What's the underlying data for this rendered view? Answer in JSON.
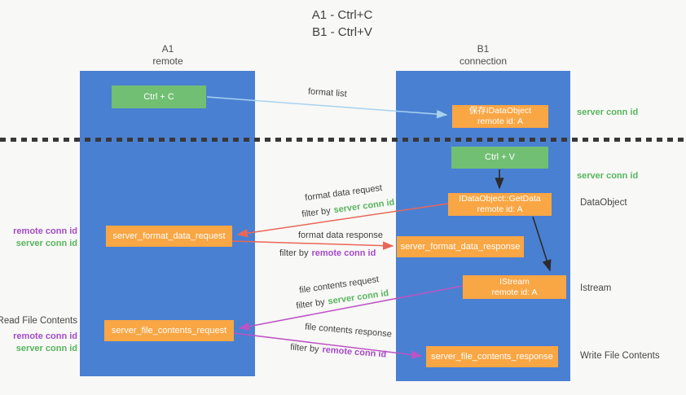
{
  "title": {
    "line1": "A1 - Ctrl+C",
    "line2": "B1 - Ctrl+V"
  },
  "lanes": {
    "left": {
      "name": "A1",
      "subtitle": "remote"
    },
    "right": {
      "name": "B1",
      "subtitle": "connection"
    }
  },
  "nodes": {
    "ctrl_c": {
      "label": "Ctrl + C"
    },
    "ctrl_v": {
      "label": "Ctrl + V"
    },
    "save_dataobject": {
      "line1": "保存IDataObject",
      "line2": "remote id: A"
    },
    "getdata": {
      "line1": "IDataObject::GetData",
      "line2": "remote id: A"
    },
    "istream": {
      "line1": "IStream",
      "line2": "remote id: A"
    },
    "format_request": {
      "label": "server_format_data_request"
    },
    "format_response": {
      "label": "server_format_data_response"
    },
    "file_request": {
      "label": "server_file_contents_request"
    },
    "file_response": {
      "label": "server_file_contents_response"
    }
  },
  "flow_labels": {
    "format_list": "format list",
    "format_data_request": "format data request",
    "format_data_response": "format data response",
    "file_contents_request": "file contents request",
    "file_contents_response": "file contents response",
    "filter_by": "filter by",
    "server_conn_id": "server conn id",
    "remote_conn_id": "remote conn id"
  },
  "side_labels": {
    "server_conn_id": "server conn id",
    "remote_conn_id": "remote conn id",
    "dataobject": "DataObject",
    "istream": "Istream",
    "read_file_contents": "Read File Contents",
    "write_file_contents": "Write File Contents"
  },
  "colors": {
    "bg": "#f8f8f6",
    "text_dark": "#3f3f3f",
    "lane_blue": "#4a80d2",
    "node_green": "#71bf73",
    "node_orange": "#f9a644",
    "conn_green": "#58b55e",
    "conn_purple": "#a44ac8",
    "arrow_salmon": "#e96758",
    "arrow_magenta": "#bd53c5",
    "arrow_lightblue": "#a8d2f0",
    "arrow_black": "#2b2b2b"
  }
}
